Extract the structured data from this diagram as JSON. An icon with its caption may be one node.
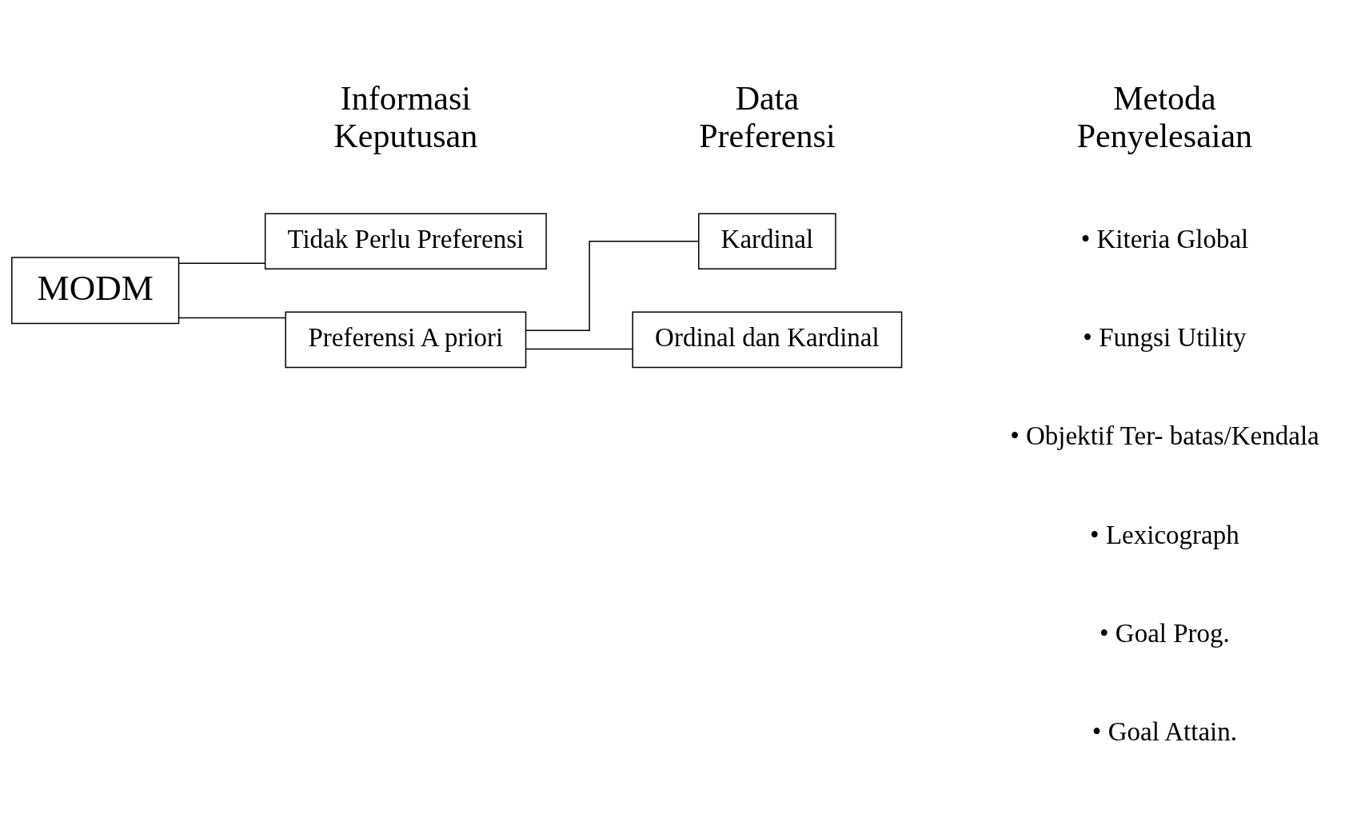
{
  "diagram": {
    "nodes": [
      {
        "text": [
          "MODM"
        ]
      },
      {
        "text": [
          "Tidak Perlu Preferensi"
        ]
      },
      {
        "text": [
          "Preferensi A priori"
        ]
      },
      {
        "text": [
          "Kardinal"
        ]
      },
      {
        "text": [
          "Ordinal dan Kardinal"
        ]
      }
    ],
    "edges": [
      {
        "from": 0,
        "to": 1,
        "arrow": "none"
      },
      {
        "from": 0,
        "to": 2,
        "arrow": "none"
      },
      {
        "from": 2,
        "to": 3,
        "arrow": "none"
      },
      {
        "from": 2,
        "to": 4,
        "arrow": "none"
      }
    ],
    "labels": [
      "Informasi Keputusan",
      "Data Preferensi",
      "Metoda Penyelesaian",
      "• Kiteria Global",
      "• Fungsi Utility",
      "• Objektif Ter- batas/Kendala",
      "• Lexicograph",
      "• Goal Prog.",
      "• Goal Attain."
    ]
  }
}
